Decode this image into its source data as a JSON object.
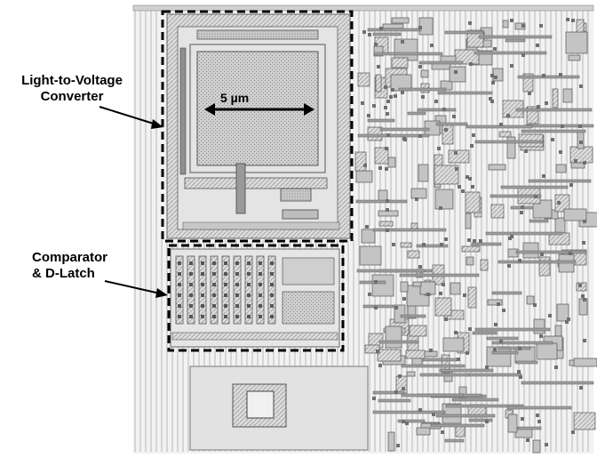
{
  "figure": {
    "callouts": [
      {
        "line1": "Light-to-Voltage",
        "line2": "Converter"
      },
      {
        "line1": "Comparator",
        "line2": "& D-Latch"
      }
    ],
    "dimension_label": "5 µm"
  },
  "colors": {
    "background": "#ffffff",
    "metal_fill": "#c8c8c8",
    "metal_stroke": "#6e6e6e",
    "poly": "#9a9a9a",
    "photodiode": "#b3b3b3",
    "annotation": "#000000"
  }
}
